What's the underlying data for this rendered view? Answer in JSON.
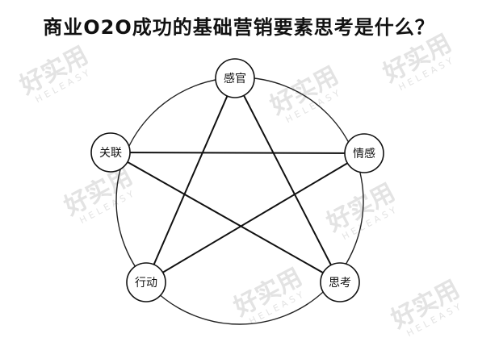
{
  "title": "商业O2O成功的基础营销要素思考是什么？",
  "watermark": {
    "brand": "好实用",
    "sub": "HELEASY"
  },
  "diagram": {
    "nodes": [
      {
        "id": "sensory",
        "label": "感官"
      },
      {
        "id": "emotion",
        "label": "情感"
      },
      {
        "id": "thinking",
        "label": "思考"
      },
      {
        "id": "action",
        "label": "行动"
      },
      {
        "id": "relation",
        "label": "关联"
      }
    ],
    "edges": [
      [
        "sensory",
        "thinking"
      ],
      [
        "thinking",
        "relation"
      ],
      [
        "relation",
        "emotion"
      ],
      [
        "emotion",
        "action"
      ],
      [
        "action",
        "sensory"
      ]
    ]
  }
}
